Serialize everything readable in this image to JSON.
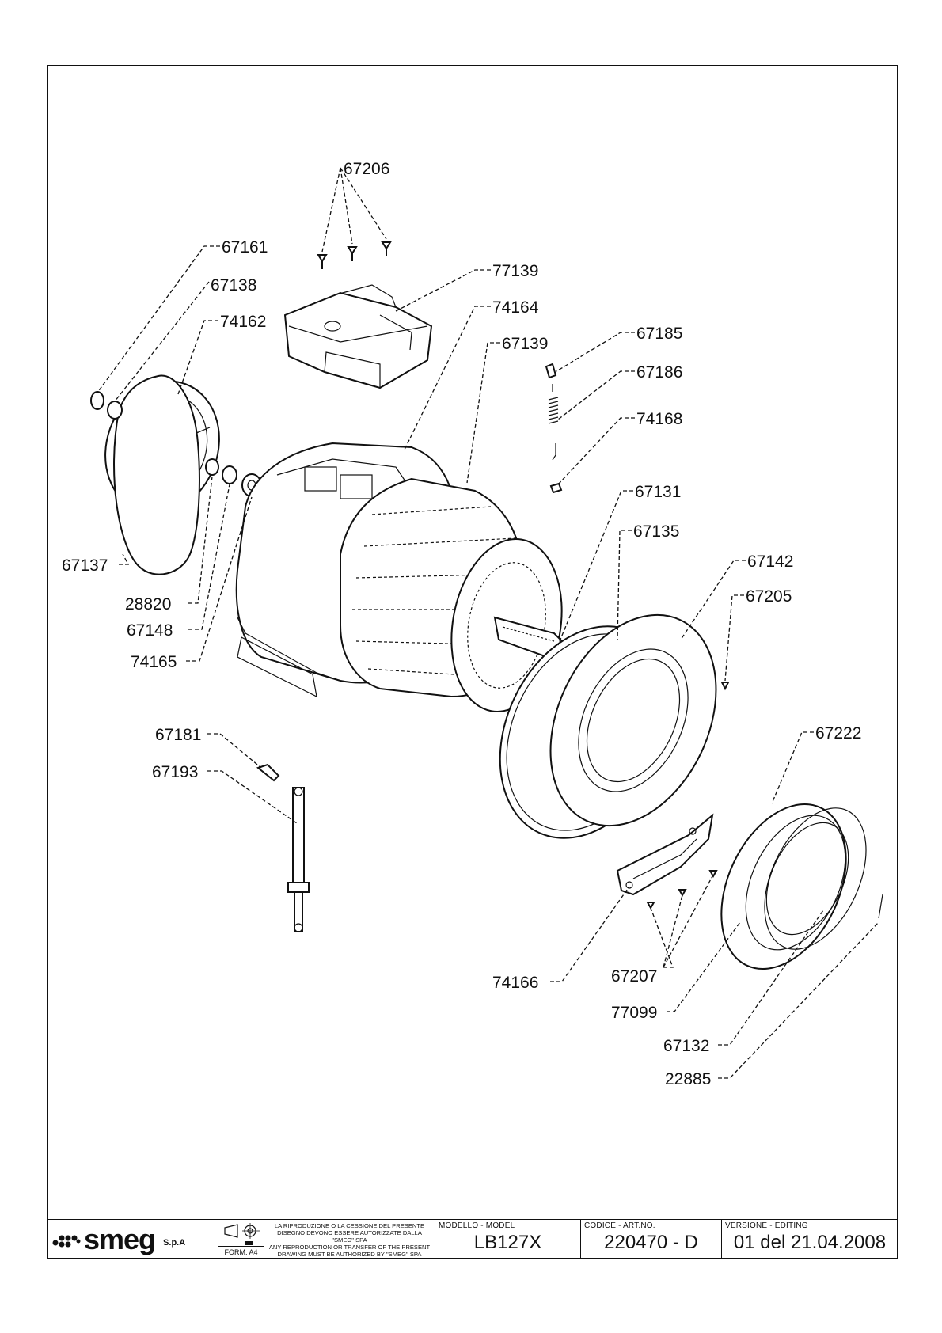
{
  "part_labels": {
    "p67206": "67206",
    "p67161": "67161",
    "p67138": "67138",
    "p74162": "74162",
    "p77139": "77139",
    "p74164": "74164",
    "p67139": "67139",
    "p67185": "67185",
    "p67186": "67186",
    "p74168": "74168",
    "p67131": "67131",
    "p67135": "67135",
    "p67142": "67142",
    "p67205": "67205",
    "p67137": "67137",
    "p28820": "28820",
    "p67148": "67148",
    "p74165": "74165",
    "p67222": "67222",
    "p67181": "67181",
    "p67193": "67193",
    "p74166": "74166",
    "p67207": "67207",
    "p77099": "77099",
    "p67132": "67132",
    "p22885": "22885"
  },
  "title_block": {
    "brand": "smeg",
    "brand_suffix": "S.p.A",
    "form": "FORM. A4",
    "notice_it": "LA RIPRODUZIONE O LA CESSIONE DEL PRESENTE DISEGNO DEVONO ESSERE AUTORIZZATE DALLA \"SMEG\" SPA",
    "notice_en": "ANY REPRODUCTION OR TRANSFER OF THE PRESENT DRAWING MUST BE AUTHORIZED BY \"SMEG\" SPA",
    "model_caption": "MODELLO - MODEL",
    "model_value": "LB127X",
    "code_caption": "CODICE - ART.NO.",
    "code_value": "220470 - D",
    "version_caption": "VERSIONE - EDITING",
    "version_value": "01 del 21.04.2008"
  }
}
